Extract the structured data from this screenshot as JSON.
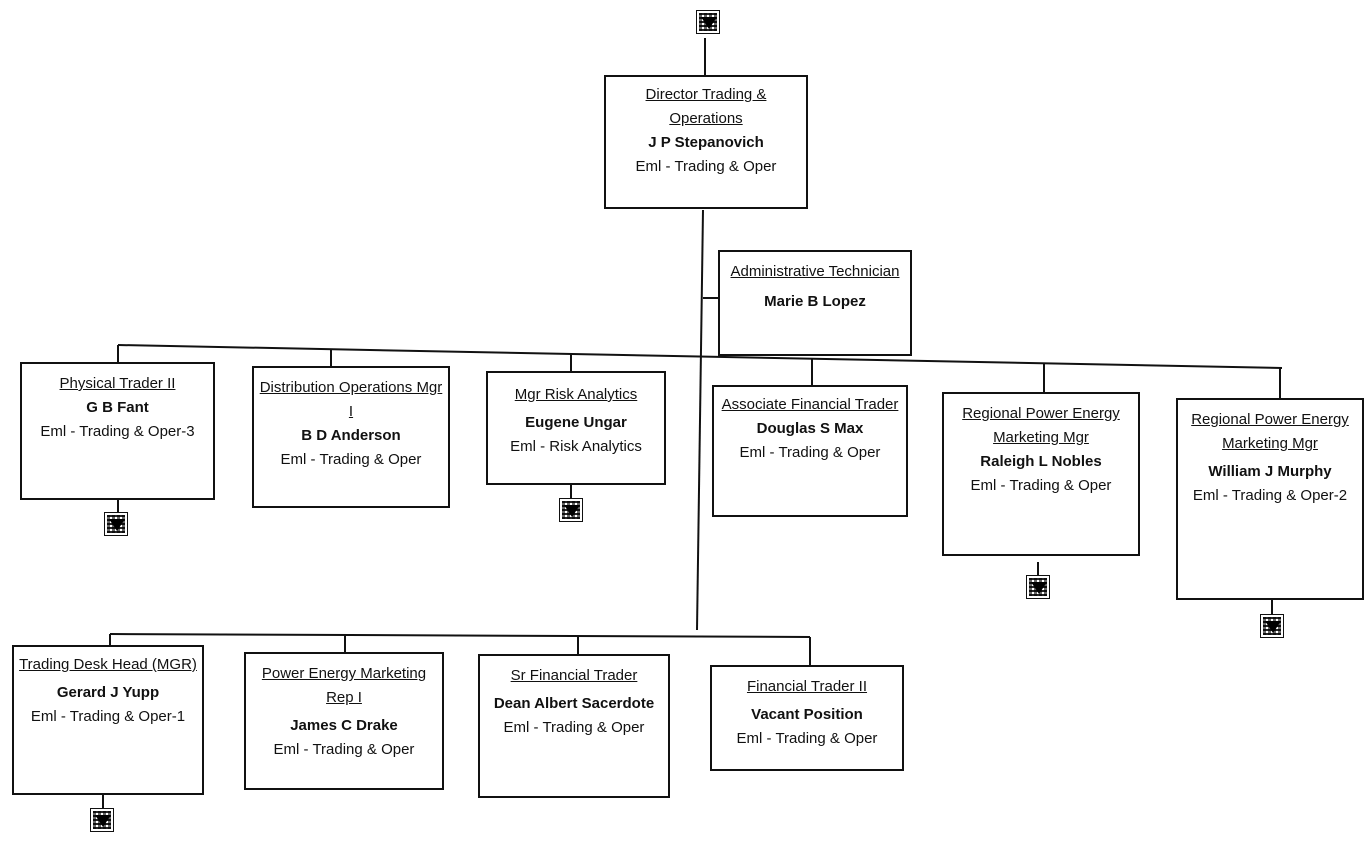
{
  "chart": {
    "top": {
      "title": "Director Trading & Operations",
      "name": "J P Stepanovich",
      "unit": "Eml - Trading & Oper"
    },
    "assistant": {
      "title": "Administrative Technician",
      "name": "Marie B Lopez"
    },
    "row1": [
      {
        "title": "Physical Trader II",
        "name": "G B Fant",
        "unit": "Eml - Trading & Oper-3"
      },
      {
        "title": "Distribution Operations Mgr I",
        "name": "B D Anderson",
        "unit": "Eml - Trading & Oper"
      },
      {
        "title": "Mgr Risk Analytics",
        "name": "Eugene Ungar",
        "unit": "Eml - Risk Analytics"
      },
      {
        "title": "Associate Financial Trader",
        "name": "Douglas S Max",
        "unit": "Eml - Trading & Oper"
      },
      {
        "title": "Regional Power Energy Marketing Mgr",
        "name": "Raleigh L Nobles",
        "unit": "Eml - Trading & Oper"
      },
      {
        "title": "Regional Power Energy Marketing Mgr",
        "name": "William J Murphy",
        "unit": "Eml - Trading & Oper-2"
      }
    ],
    "row2": [
      {
        "title": "Trading Desk Head (MGR)",
        "name": "Gerard J Yupp",
        "unit": "Eml - Trading & Oper-1"
      },
      {
        "title": "Power Energy Marketing Rep I",
        "name": "James C Drake",
        "unit": "Eml - Trading & Oper"
      },
      {
        "title": "Sr Financial Trader",
        "name": "Dean Albert Sacerdote",
        "unit": "Eml - Trading & Oper"
      },
      {
        "title": "Financial Trader II",
        "name": "Vacant Position",
        "unit": "Eml - Trading & Oper"
      }
    ],
    "icon_names": [
      "drilldown-link-icon"
    ]
  }
}
